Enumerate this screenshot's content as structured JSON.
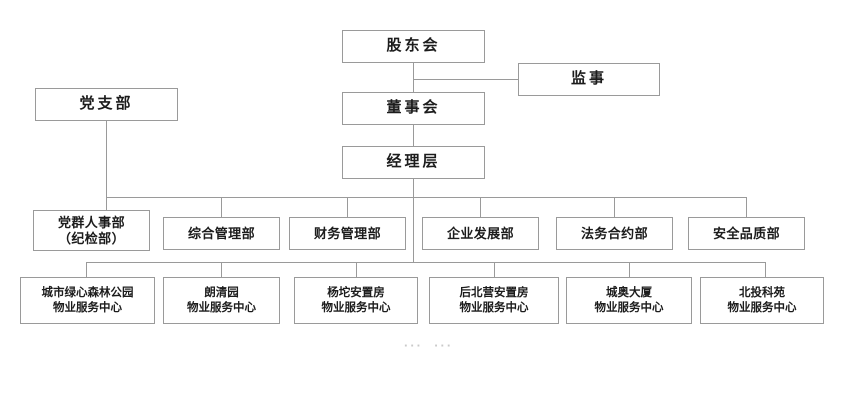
{
  "chart_data": {
    "type": "diagram",
    "title": "组织架构图",
    "diagram_kind": "organizational-chart",
    "orientation": "top-down",
    "levels": [
      {
        "name": "governance",
        "nodes": [
          {
            "id": "shareholders",
            "label": "股东会"
          },
          {
            "id": "supervisor",
            "label": "监事"
          }
        ]
      },
      {
        "name": "board",
        "nodes": [
          {
            "id": "board",
            "label": "董事会"
          },
          {
            "id": "party_branch",
            "label": "党支部"
          }
        ]
      },
      {
        "name": "management",
        "nodes": [
          {
            "id": "management",
            "label": "经理层"
          }
        ]
      },
      {
        "name": "departments",
        "nodes": [
          {
            "id": "dept_hr",
            "label": "党群人事部\n（纪检部）"
          },
          {
            "id": "dept_general",
            "label": "综合管理部"
          },
          {
            "id": "dept_finance",
            "label": "财务管理部"
          },
          {
            "id": "dept_development",
            "label": "企业发展部"
          },
          {
            "id": "dept_legal",
            "label": "法务合约部"
          },
          {
            "id": "dept_safety",
            "label": "安全品质部"
          }
        ]
      },
      {
        "name": "service_centers",
        "nodes": [
          {
            "id": "sc_greenheart",
            "label": "城市绿心森林公园\n物业服务中心"
          },
          {
            "id": "sc_langqingyuan",
            "label": "朗清园\n物业服务中心"
          },
          {
            "id": "sc_yangtuo",
            "label": "杨坨安置房\n物业服务中心"
          },
          {
            "id": "sc_houbeiying",
            "label": "后北营安置房\n物业服务中心"
          },
          {
            "id": "sc_chengao",
            "label": "城奥大厦\n物业服务中心"
          },
          {
            "id": "sc_beitou",
            "label": "北投科苑\n物业服务中心"
          }
        ]
      }
    ],
    "edges": [
      {
        "from": "shareholders",
        "to": "supervisor",
        "style": "horizontal-branch"
      },
      {
        "from": "shareholders",
        "to": "board",
        "style": "vertical"
      },
      {
        "from": "board",
        "to": "management",
        "style": "vertical"
      },
      {
        "from": "management",
        "to": "departments_bus",
        "style": "vertical"
      },
      {
        "from": "party_branch",
        "to": "departments_bus",
        "style": "vertical"
      },
      {
        "from": "departments_bus",
        "to": "service_centers_bus",
        "style": "vertical"
      }
    ],
    "footer_note": "···  ···",
    "colors": {
      "box_border": "#9a9a9a",
      "connector": "#9a9a9a",
      "text": "#1c1c1c",
      "background": "#ffffff",
      "ellipsis": "#c9c9c9"
    }
  },
  "nodes": {
    "shareholders": "股东会",
    "supervisor": "监事",
    "board": "董事会",
    "party_branch": "党支部",
    "management": "经理层",
    "dept_hr": "党群人事部\n（纪检部）",
    "dept_general": "综合管理部",
    "dept_finance": "财务管理部",
    "dept_development": "企业发展部",
    "dept_legal": "法务合约部",
    "dept_safety": "安全品质部",
    "sc_greenheart": "城市绿心森林公园\n物业服务中心",
    "sc_langqingyuan": "朗清园\n物业服务中心",
    "sc_yangtuo": "杨坨安置房\n物业服务中心",
    "sc_houbeiying": "后北营安置房\n物业服务中心",
    "sc_chengao": "城奥大厦\n物业服务中心",
    "sc_beitou": "北投科苑\n物业服务中心"
  },
  "footer": {
    "ellipsis": "···  ···"
  }
}
